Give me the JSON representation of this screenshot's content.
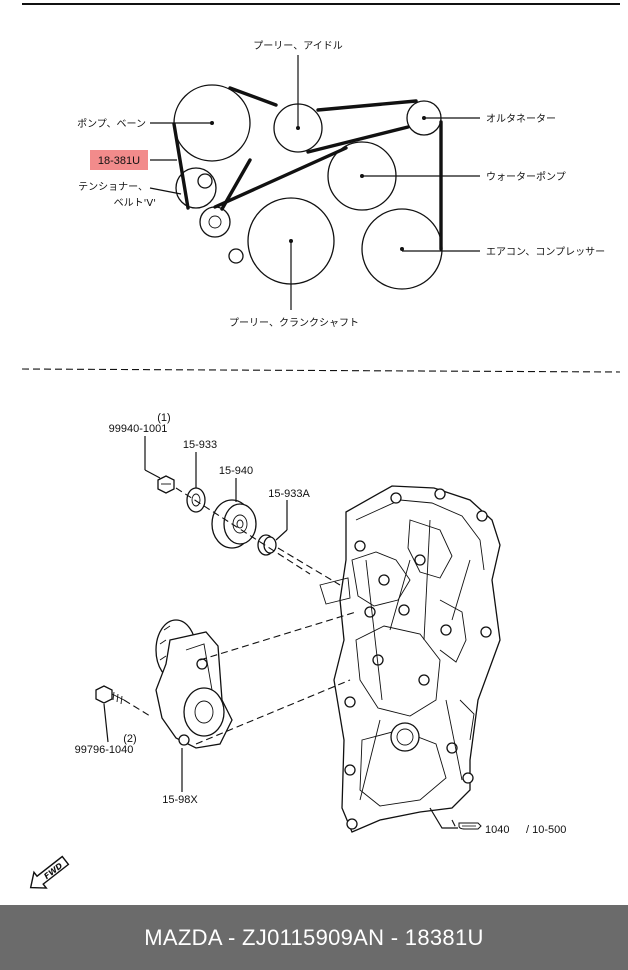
{
  "belt_diagram": {
    "labels": {
      "idler": "プーリー、アイドル",
      "vane_pump": "ポンプ、ベーン",
      "part_number": "18-381U",
      "tensioner_line1": "テンショナー、",
      "tensioner_line2": "ベルト'V'",
      "alternator": "オルタネーター",
      "water_pump": "ウォーターポンプ",
      "ac_compressor": "エアコン、コンプレッサー",
      "crank_pulley": "プーリー、クランクシャフト"
    },
    "highlight_color": "#f28b8b"
  },
  "exploded_view": {
    "callouts": {
      "bolt_qty": "(1)",
      "bolt": "99940-1001",
      "washer": "15-933",
      "idler_pulley": "15-940",
      "spacer": "15-933A",
      "screw_qty": "(2)",
      "screw": "99796-1040",
      "tensioner": "15-98X",
      "ref_fig": "1040",
      "ref_page": "/ 10-500"
    },
    "fwd_label": "FWD"
  },
  "footer": {
    "brand": "MAZDA - ZJ0115909A",
    "number": "N - 18381U"
  }
}
